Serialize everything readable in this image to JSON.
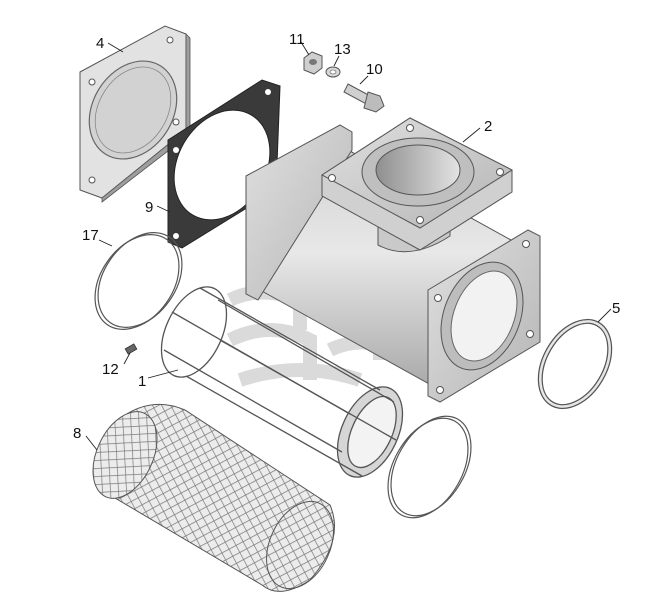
{
  "diagram": {
    "callouts": {
      "c1": "1",
      "c2": "2",
      "c4": "4",
      "c5": "5",
      "c8": "8",
      "c9": "9",
      "c10": "10",
      "c11": "11",
      "c12": "12",
      "c13": "13",
      "c17": "17"
    },
    "colors": {
      "part_fill": "#d9d9d9",
      "part_shade": "#a9a9a9",
      "part_edge": "#555555",
      "watermark": "#bdbdbd"
    }
  }
}
